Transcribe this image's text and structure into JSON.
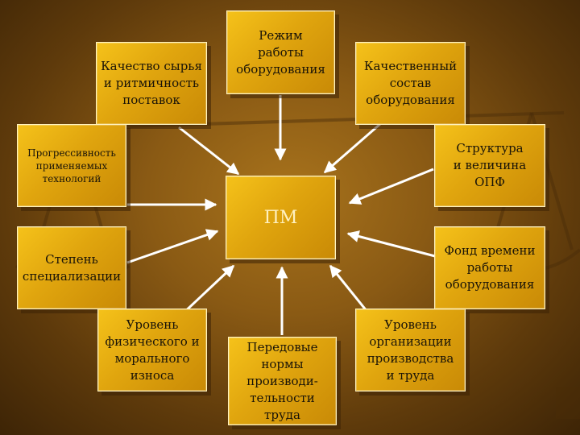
{
  "center": {
    "label": "ПМ"
  },
  "factors": [
    {
      "id": "rezhim",
      "label": "Режим\nработы\nоборудования"
    },
    {
      "id": "kachestvo-syrya",
      "label": "Качество сырья\nи ритмичность\nпоставок"
    },
    {
      "id": "kach-sostav",
      "label": "Качественный\nсостав\nоборудования"
    },
    {
      "id": "progressivnost",
      "label": "Прогрессивность\nприменяемых\nтехнологий"
    },
    {
      "id": "struktura",
      "label": "Структура\nи величина\nОПФ"
    },
    {
      "id": "specializaciya",
      "label": "Степень\nспециализации"
    },
    {
      "id": "fond",
      "label": "Фонд времени\nработы\nоборудования"
    },
    {
      "id": "iznos",
      "label": "Уровень\nфизического и\nморального\nизноса"
    },
    {
      "id": "normy",
      "label": "Передовые\nнормы\nпроизводи-\nтельности\nтруда"
    },
    {
      "id": "organizaciya",
      "label": "Уровень\nорганизации\nпроизводства\nи труда"
    }
  ],
  "colors": {
    "box": "#e8ac10",
    "arrow": "#ffffff",
    "background": "#8a5a14"
  }
}
